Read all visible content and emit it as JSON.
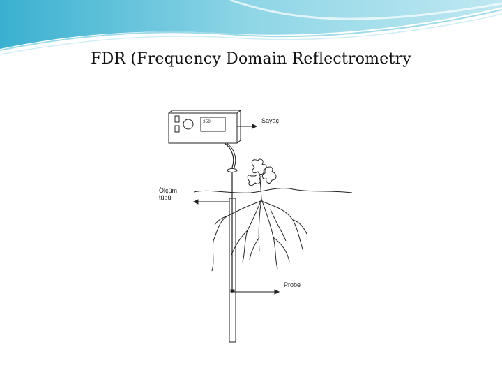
{
  "slide": {
    "title": "FDR (Frequency Domain Reflectrometry"
  },
  "diagram": {
    "labels": {
      "meter": "Sayaç",
      "tube_line1": "Ölçüm",
      "tube_line2": "tüpü",
      "probe": "Probe"
    },
    "meter_display": "350"
  },
  "theme": {
    "wave_light": "#bfe8f2",
    "wave_mid": "#7fd0e3",
    "wave_dark": "#3ab0d0",
    "line_color": "#222222"
  }
}
